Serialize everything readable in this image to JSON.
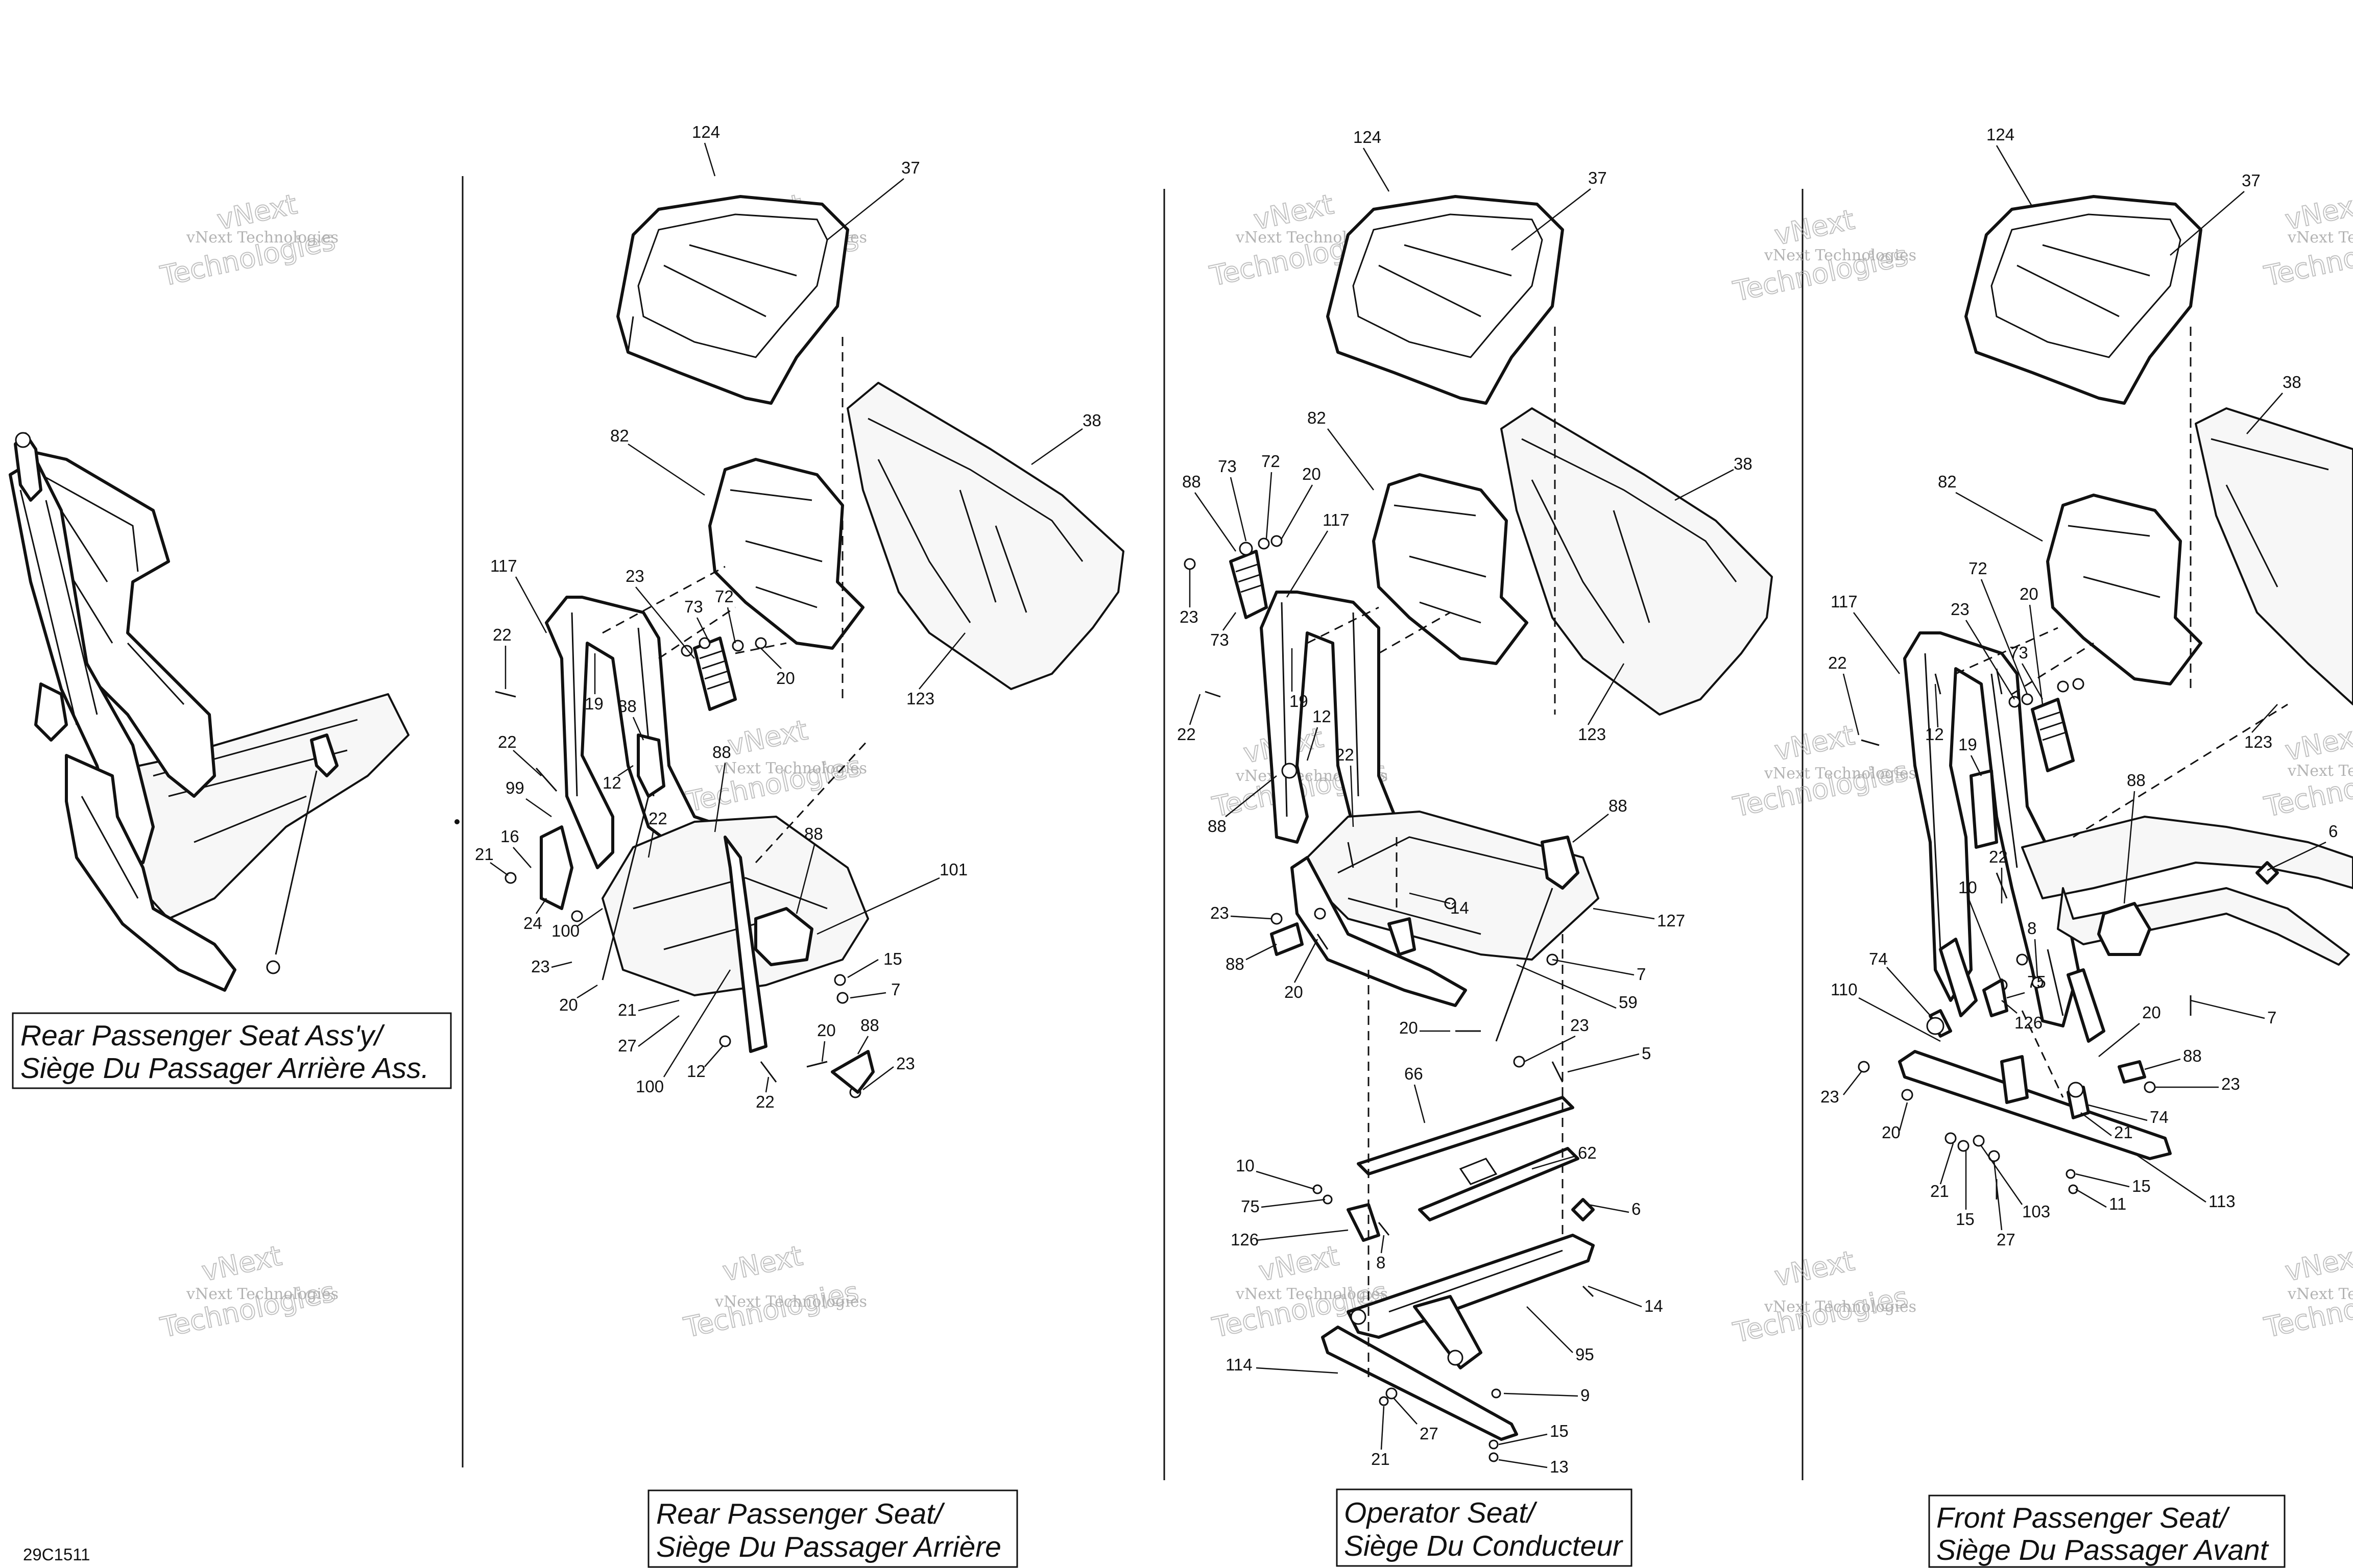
{
  "drawing_code": "29C1511",
  "watermark": {
    "line1": "vNext Technologies",
    "line2": "vNext",
    "line3": "Technologies"
  },
  "titles": {
    "assy": [
      "Rear Passenger Seat Ass'y/",
      "Siège Du Passager Arrière Ass."
    ],
    "rear": [
      "Rear Passenger Seat/",
      "Siège Du Passager Arrière"
    ],
    "operator": [
      "Operator Seat/",
      "Siège Du Conducteur"
    ],
    "front": [
      "Front Passenger Seat/",
      "Siège Du Passager Avant"
    ]
  },
  "callouts": {
    "rear": [
      "124",
      "37",
      "38",
      "82",
      "117",
      "22",
      "23",
      "73",
      "72",
      "20",
      "123",
      "19",
      "88",
      "12",
      "88",
      "22",
      "99",
      "16",
      "21",
      "24",
      "22",
      "88",
      "101",
      "100",
      "23",
      "20",
      "21",
      "27",
      "15",
      "7",
      "100",
      "12",
      "20",
      "88",
      "23",
      "22"
    ],
    "operator": [
      "124",
      "37",
      "38",
      "82",
      "88",
      "73",
      "72",
      "20",
      "117",
      "23",
      "73",
      "123",
      "22",
      "19",
      "12",
      "88",
      "22",
      "88",
      "127",
      "23",
      "88",
      "20",
      "14",
      "7",
      "59",
      "20",
      "23",
      "5",
      "66",
      "62",
      "10",
      "75",
      "126",
      "8",
      "6",
      "14",
      "95",
      "114",
      "9",
      "15",
      "27",
      "21",
      "13"
    ],
    "front": [
      "124",
      "37",
      "38",
      "82",
      "72",
      "117",
      "23",
      "20",
      "73",
      "22",
      "12",
      "19",
      "123",
      "88",
      "6",
      "22",
      "10",
      "8",
      "74",
      "110",
      "75",
      "126",
      "20",
      "7",
      "88",
      "23",
      "74",
      "23",
      "21",
      "20",
      "113",
      "15",
      "21",
      "103",
      "11",
      "15",
      "27"
    ]
  }
}
